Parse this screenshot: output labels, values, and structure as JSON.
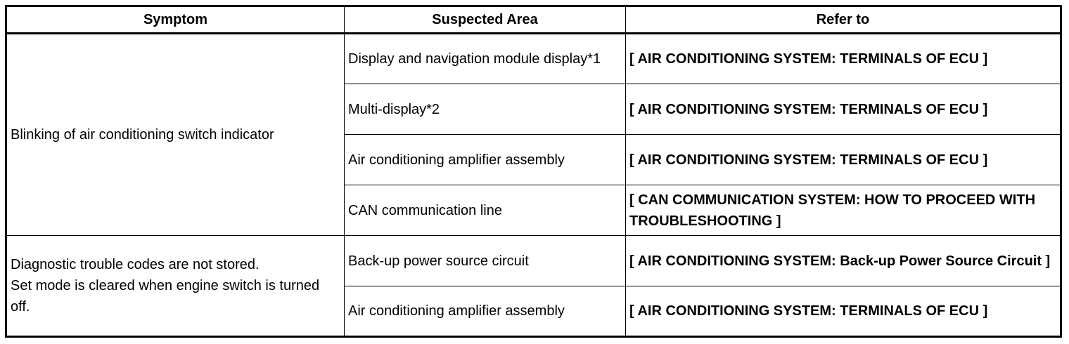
{
  "headers": {
    "symptom": "Symptom",
    "area": "Suspected Area",
    "refer": "Refer to"
  },
  "groups": [
    {
      "symptom": "Blinking of air conditioning switch indicator",
      "rows": [
        {
          "area": "Display and navigation module display*1",
          "refer": "[ AIR CONDITIONING SYSTEM: TERMINALS OF ECU ]"
        },
        {
          "area": "Multi-display*2",
          "refer": "[ AIR CONDITIONING SYSTEM: TERMINALS OF ECU ]"
        },
        {
          "area": "Air conditioning amplifier assembly",
          "refer": "[ AIR CONDITIONING SYSTEM: TERMINALS OF ECU ]"
        },
        {
          "area": "CAN communication line",
          "refer": "[ CAN COMMUNICATION SYSTEM: HOW TO PROCEED WITH TROUBLESHOOTING ]"
        }
      ]
    },
    {
      "symptom_lines": [
        "Diagnostic trouble codes are not stored.",
        "Set mode is cleared when engine switch is turned off."
      ],
      "rows": [
        {
          "area": "Back-up power source circuit",
          "refer": "[ AIR CONDITIONING SYSTEM: Back-up Power Source Circuit ]"
        },
        {
          "area": "Air conditioning amplifier assembly",
          "refer": "[ AIR CONDITIONING SYSTEM: TERMINALS OF ECU ]"
        }
      ]
    }
  ]
}
